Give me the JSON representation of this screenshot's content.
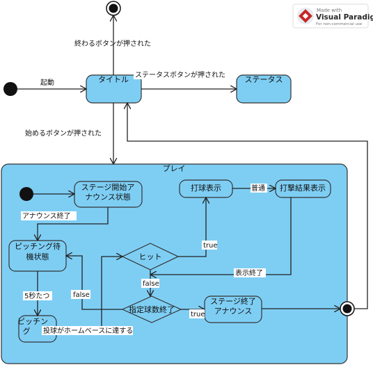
{
  "states": {
    "title": "タイトル",
    "status": "ステータス",
    "play": "プレイ",
    "stage_start_1": "ステージ開始ア",
    "stage_start_2": "ナウンス状態",
    "pitching_wait_1": "ピッチング待",
    "pitching_wait_2": "機状態",
    "pitching_1": "ピッチン",
    "pitching_2": "グ",
    "batting_display": "打球表示",
    "batting_result": "打撃結果表示",
    "stage_end_1": "ステージ終了",
    "stage_end_2": "アナウンス",
    "hit": "ヒット",
    "designated_ball_end": "指定球数終了"
  },
  "transitions": {
    "start": "起動",
    "end_pressed": "終わるボタンが押された",
    "status_pressed": "ステータスボタンが押された",
    "start_pressed": "始めるボタンが押された",
    "announce_end": "アナウンス終了",
    "five_seconds": "5秒たつ",
    "ball_reaches_home": "投球がホームベースに達する",
    "true_hit": "true",
    "false_hit": "false",
    "false_count": "false",
    "true_count": "true",
    "display_end": "表示終了",
    "always": "普通"
  },
  "watermark": {
    "made_with": "Made with",
    "brand": "Visual Paradigm",
    "sub": "For non-commercial use"
  }
}
